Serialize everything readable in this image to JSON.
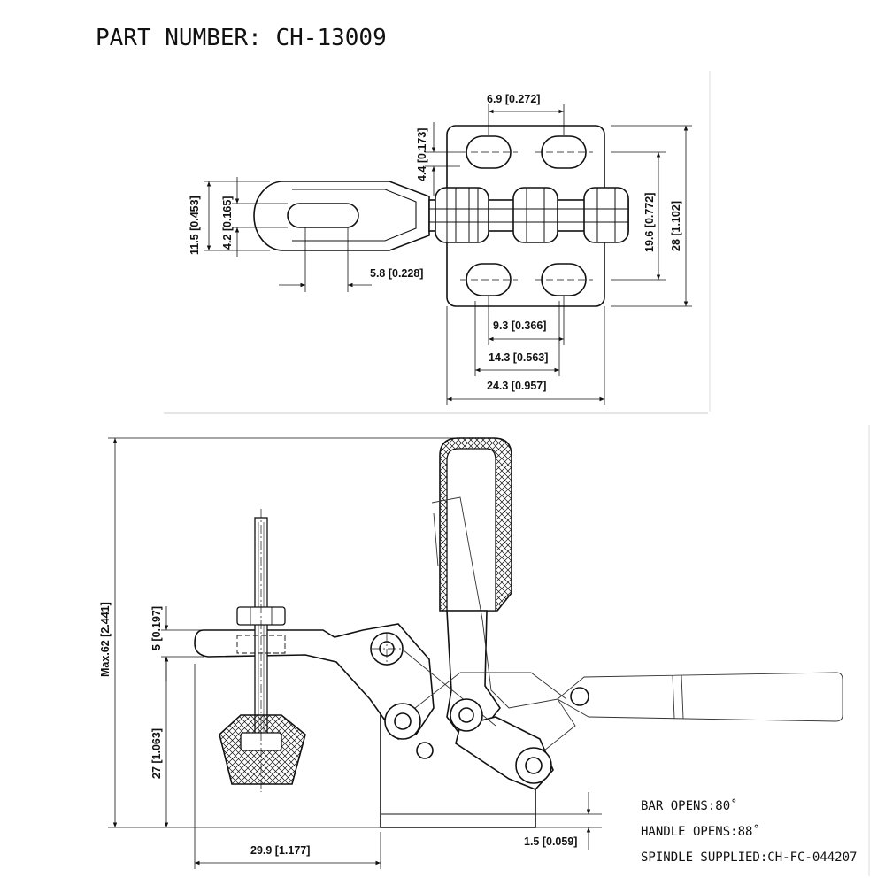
{
  "title": "PART NUMBER: CH-13009",
  "top_view": {
    "dims": {
      "slot_pitch": "6.9 [0.272]",
      "slot_offset": "4.4 [0.173]",
      "arm_width": "11.5 [0.453]",
      "arm_slot_width": "4.2 [0.165]",
      "arm_slot_offset": "5.8 [0.228]",
      "hole_span_v": "19.6 [0.772]",
      "base_height": "28 [1.102]",
      "hole_pitch": "9.3 [0.366]",
      "hole_span_h": "14.3 [0.563]",
      "base_width": "24.3 [0.957]"
    }
  },
  "side_view": {
    "dims": {
      "max_height": "Max.62 [2.441]",
      "arm_thickness": "5 [0.197]",
      "arm_height": "27 [1.063]",
      "base_length": "29.9 [1.177]",
      "base_offset": "1.5 [0.059]"
    },
    "notes": [
      "BAR OPENS:80˚",
      "HANDLE OPENS:88˚",
      "SPINDLE SUPPLIED:CH-FC-044207"
    ]
  }
}
